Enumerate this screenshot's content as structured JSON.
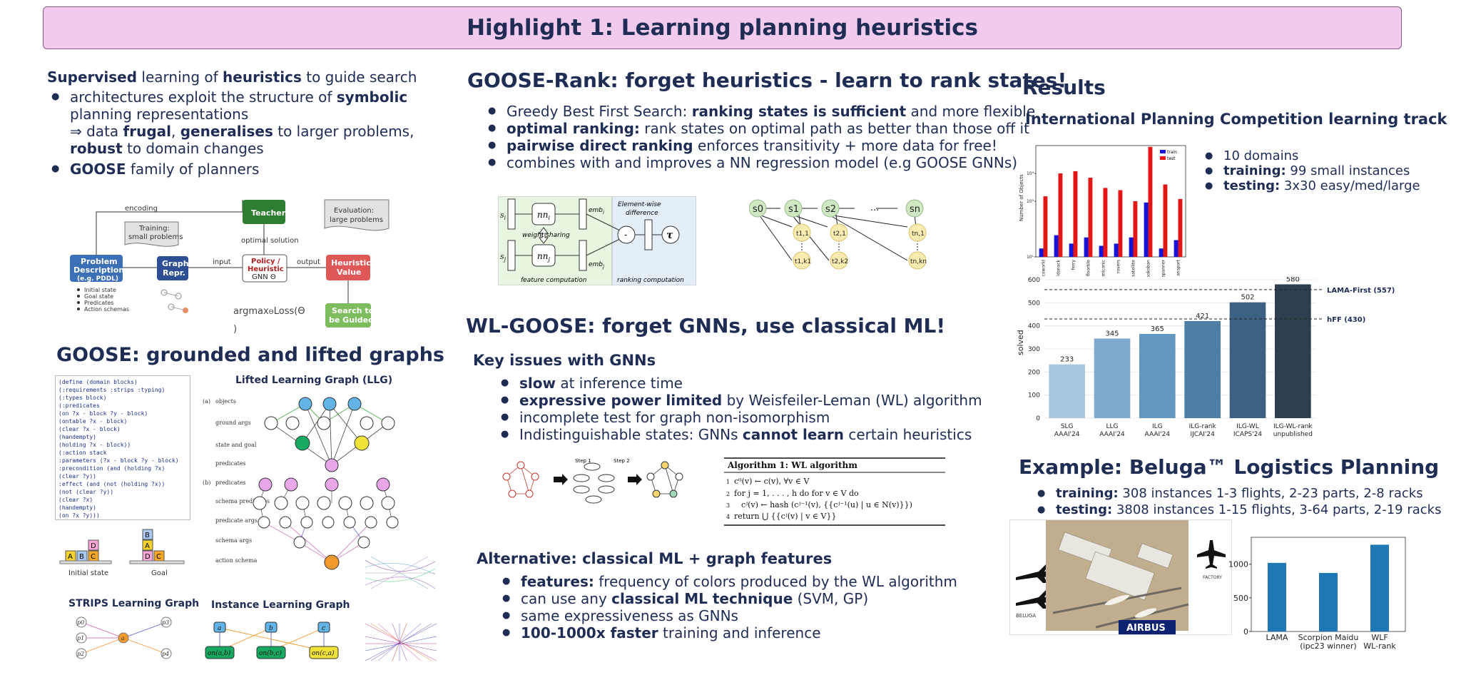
{
  "banner": {
    "title": "Highlight 1: Learning planning heuristics"
  },
  "col1": {
    "intro_b1": "Supervised",
    "intro_m1": " learning  of ",
    "intro_b2": "heuristics",
    "intro_m2": " to guide search",
    "bul1_a": "architectures exploit the structure of ",
    "bul1_b": "symbolic",
    "bul1_c": "planning representations",
    "bul1_d": "⇒ data ",
    "bul1_e": "frugal",
    "bul1_f": ", ",
    "bul1_g": "generalises",
    "bul1_h": " to larger problems,",
    "bul1_i": "robust",
    "bul1_j": " to domain changes",
    "bul2_a": "GOOSE",
    "bul2_b": " family of planners",
    "diagram": {
      "encoding": "encoding",
      "training": "Training:",
      "training2": "small problems",
      "teacher": "Teacher",
      "evaluation": "Evaluation:",
      "evaluation2": "large problems",
      "optimal": "optimal solution",
      "problem1": "Problem",
      "problem2": "Description",
      "problem3": "(e.g. PDDL)",
      "graph1": "Graph",
      "graph2": "Repr.",
      "input": "input",
      "policy1": "Policy /",
      "policy2": "Heuristic",
      "policy3": "GNN Θ",
      "output": "output",
      "heur1": "Heuristic",
      "heur2": "Value",
      "search1": "Search to",
      "search2": "be Guided",
      "items": [
        "Initial state",
        "Goal state",
        "Predicates",
        "Action schemas"
      ],
      "formula": "argmax",
      "formula2": "Loss(Θ",
      "formula3": ")"
    },
    "goose_title": "GOOSE: grounded and lifted graphs",
    "llg_title": "Lifted Learning Graph (LLG)",
    "llg_rows_a": [
      "(a)",
      "objects",
      "ground args",
      "state and goal",
      "predicates"
    ],
    "llg_rows_b": [
      "(b)",
      "predicates",
      "schema predicates",
      "predicate args",
      "schema args",
      "action schema"
    ],
    "pddl": [
      "(define (domain blocks)",
      " (:requirements :strips :typing)",
      " (:types block)",
      " (:predicates",
      "   (on ?x - block ?y - block)",
      "   (ontable ?x - block)",
      "   (clear ?x - block)",
      "   (handempty)",
      "   (holding ?x - block))",
      " (:action stack",
      "   :parameters (?x - block ?y - block)",
      "   :precondition (and (holding ?x)",
      "                      (clear ?y))",
      "   :effect (and (not (holding ?x))",
      "                (not (clear ?y))",
      "                (clear ?x)",
      "                (handempty)",
      "                (on ?x ?y)))"
    ],
    "initial_state": "Initial state",
    "goal": "Goal",
    "strips_title": "STRIPS Learning Graph",
    "instance_title": "Instance Learning Graph",
    "ilg_nodes": [
      "a",
      "b",
      "c",
      "on(a,b)",
      "on(b,c)",
      "on(c,a)"
    ],
    "slg_nodes": [
      "p0",
      "p1",
      "p2",
      "a",
      "p3",
      "p4"
    ]
  },
  "col2": {
    "rank_title": "GOOSE-Rank: forget heuristics - learn to rank states!",
    "rank_b1_a": "Greedy Best First Search: ",
    "rank_b1_b": "ranking states is sufficient",
    "rank_b1_c": " and more flexible",
    "rank_b2_a": "optimal ranking:",
    "rank_b2_b": " rank states on optimal path as better than those off it",
    "rank_b3_a": "pairwise direct ranking",
    "rank_b3_b": " enforces transitivity + more data for free!",
    "rank_b4": "combines with and improves a NN regression model (e.g GOOSE GNNs)",
    "rank_fig": {
      "si": "s",
      "sj": "s",
      "nni": "nn",
      "nnj": "nn",
      "embi": "emb",
      "embj": "emb",
      "weight": "weight sharing",
      "elementwise1": "Element-wise",
      "elementwise2": "difference",
      "minus": "-",
      "tau": "τ",
      "feature": "feature computation",
      "ranking": "ranking computation"
    },
    "chain": [
      "s0",
      "s1",
      "s2",
      "...",
      "sn"
    ],
    "chain_sub": [
      "t1,1",
      "t2,1",
      "tn,1",
      "t1,k1",
      "t2,k2",
      "tn,kn"
    ],
    "wl_title": "WL-GOOSE: forget GNNs, use classical ML!",
    "key_title": "Key issues with GNNs",
    "wl_b1_a": "slow",
    "wl_b1_b": " at inference time",
    "wl_b2_a": "expressive power limited",
    "wl_b2_b": " by Weisfeiler-Leman (WL) algorithm",
    "wl_b3": "incomplete test for graph non-isomorphism",
    "wl_b4_a": "Indistinguishable states: GNNs ",
    "wl_b4_b": "cannot learn",
    "wl_b4_c": " certain heuristics",
    "algo": {
      "title": "Algorithm 1: WL algorithm",
      "l1": "c⁰(v) ← c(v), ∀v ∈ V",
      "l2": "for j = 1, . . . , h do for v ∈ V do",
      "l3": "cʲ(v) ← hash (cʲ⁻¹(v), {{cʲ⁻¹(u) | u ∈ N(v)}})",
      "l4": "return ⋃ {{cʲ(v) | v ∈ V}}",
      "nums": [
        "1",
        "2",
        "3",
        "4"
      ]
    },
    "step1": "Step 1",
    "step2": "Step 2",
    "alt_title": "Alternative: classical ML + graph features",
    "alt_b1_a": "features:",
    "alt_b1_b": " frequency of colors produced by the WL algorithm",
    "alt_b2_a": "can use any ",
    "alt_b2_b": "classical ML technique",
    "alt_b2_c": " (SVM, GP)",
    "alt_b3": "same expressiveness as GNNs",
    "alt_b4_a": "100-1000x faster",
    "alt_b4_b": " training and inference"
  },
  "col3": {
    "results_title": "Results",
    "ipc_title": "International Planning Competition learning track",
    "ipc_b1": "10 domains",
    "ipc_b2_a": "training:",
    "ipc_b2_b": " 99 small instances",
    "ipc_b3_a": "testing:",
    "ipc_b3_b": " 3x30 easy/med/large",
    "ex_title": "Example: Beluga™ Logistics Planning",
    "ex_b1_a": "training:",
    "ex_b1_b": "  308 instances 1-3 flights, 2-23 parts, 2-8 racks",
    "ex_b2_a": "testing:",
    "ex_b2_b": " 3808 instances 1-15 flights, 3-64 parts, 2-19 racks",
    "beluga_label": "BELUGA",
    "factory_label": "FACTORY",
    "airbus_label": "AIRBUS"
  },
  "chart_data": [
    {
      "type": "bar",
      "title": "",
      "ylabel": "Number of Objects",
      "yscale": "log",
      "ylim": [
        10,
        100000
      ],
      "yticks": [
        "10¹",
        "10³",
        "10⁴"
      ],
      "legend": "top-right",
      "categories": [
        "Blocksworld",
        "Childsnack",
        "Ferry",
        "Floortile",
        "Miconic",
        "Rovers",
        "Satellite",
        "Sokoban",
        "Spanner",
        "Transport"
      ],
      "category_labels": [
        "coworld",
        "ldsnack",
        "ferry",
        "floortile",
        "miconic",
        "rovers",
        "satellite",
        "sokoban",
        "spanner",
        "ansport"
      ],
      "series": [
        {
          "name": "train",
          "color": "#1515d9",
          "values": [
            20,
            60,
            30,
            50,
            25,
            30,
            50,
            900,
            20,
            40
          ]
        },
        {
          "name": "test",
          "color": "#e51515",
          "values": [
            1500,
            10000,
            12000,
            7000,
            3000,
            2500,
            1000,
            90000,
            4000,
            1200
          ]
        }
      ]
    },
    {
      "type": "bar",
      "ylabel": "solved",
      "ylim": [
        0,
        600
      ],
      "yticks": [
        0,
        100,
        200,
        300,
        400,
        500,
        600
      ],
      "categories": [
        "SLG AAAI'24",
        "LLG AAAI'24",
        "ILG AAAI'24",
        "ILG-rank IJCAI'24",
        "ILG-WL ICAPS'24",
        "ILG-WL-rank unpublished"
      ],
      "category_line1": [
        "SLG",
        "LLG",
        "ILG",
        "ILG-rank",
        "ILG-WL",
        "ILG-WL-rank"
      ],
      "category_line2": [
        "AAAI'24",
        "AAAI'24",
        "AAAI'24",
        "IJCAI'24",
        "ICAPS'24",
        "unpublished"
      ],
      "values": [
        233,
        345,
        365,
        421,
        502,
        580
      ],
      "colors": [
        "#a9c6df",
        "#7fa9cc",
        "#6497bf",
        "#4f7ea5",
        "#3d6182",
        "#2f3e4e"
      ],
      "reference_lines": [
        {
          "label": "LAMA-First (557)",
          "value": 557
        },
        {
          "label": "hFF (430)",
          "value": 430
        }
      ]
    },
    {
      "type": "bar",
      "ylim": [
        0,
        1400
      ],
      "yticks": [
        0,
        500,
        1000
      ],
      "categories": [
        "LAMA",
        "Scorpion Maidu (ipc23 winner)",
        "WLF WL-rank"
      ],
      "category_line1": [
        "LAMA",
        "Scorpion Maidu",
        "WLF"
      ],
      "category_line2": [
        "",
        "(ipc23 winner)",
        "WL-rank"
      ],
      "values": [
        1020,
        870,
        1290
      ],
      "color": "#1f77b4"
    }
  ]
}
